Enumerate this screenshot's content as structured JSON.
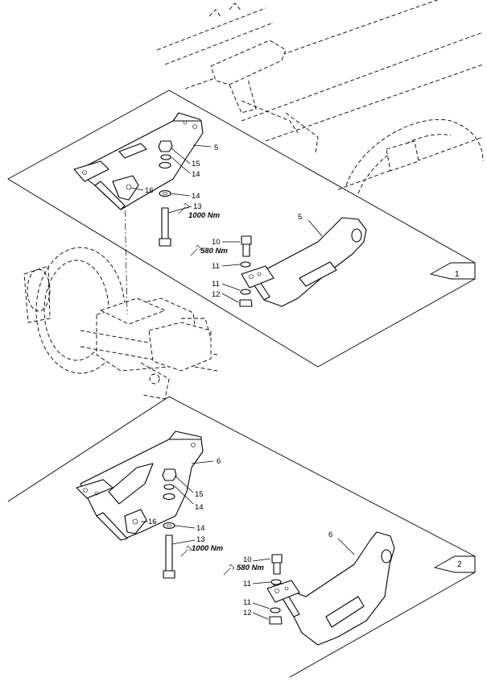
{
  "panels": [
    {
      "id": "1",
      "number": "1",
      "callouts": {
        "p5_left": "5",
        "p15": "15",
        "p14_upper": "14",
        "p16": "16",
        "p14_lower": "14",
        "p13": "13",
        "p5_right": "5",
        "p10": "10",
        "p11_upper": "11",
        "p11_lower": "11",
        "p12": "12"
      },
      "torque": {
        "bolt13": "1000 Nm",
        "bolt10": "580 Nm"
      }
    },
    {
      "id": "2",
      "number": "2",
      "callouts": {
        "p6_left": "6",
        "p15": "15",
        "p14_upper": "14",
        "p16": "16",
        "p14_lower": "14",
        "p13": "13",
        "p6_right": "6",
        "p10": "10",
        "p11_upper": "11",
        "p11_lower": "11",
        "p12": "12"
      },
      "torque": {
        "bolt13": "1000 Nm",
        "bolt10": "580 Nm"
      }
    }
  ],
  "icons": {
    "torque_wrench": "wrench-icon"
  }
}
